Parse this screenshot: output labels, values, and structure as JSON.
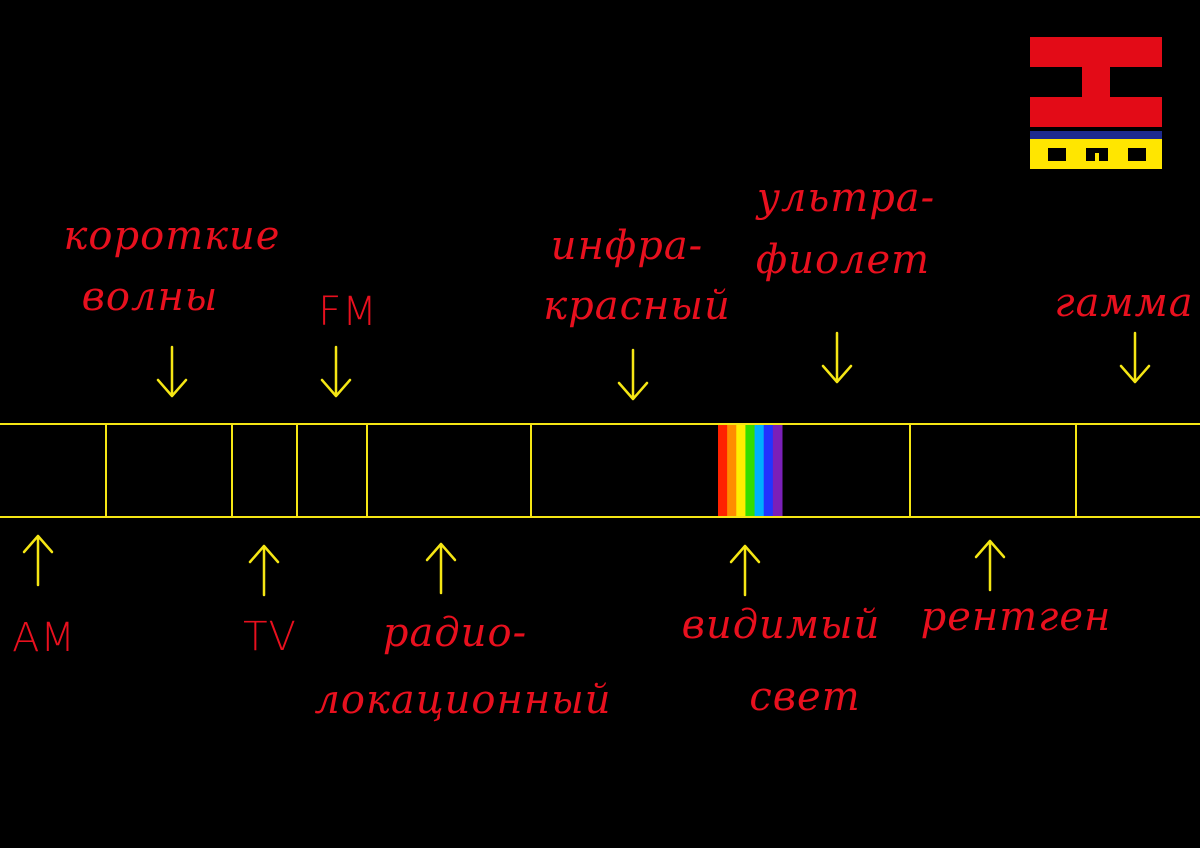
{
  "colors": {
    "background": "#000000",
    "band_line": "#f5e614",
    "label": "#e8101e",
    "arrow": "#f5e614",
    "logo_red": "#e30b17",
    "logo_blue": "#1d2a8e",
    "logo_yellow": "#ffe600"
  },
  "band": {
    "visible_spectrum_colors": [
      "#ff2200",
      "#ff8c00",
      "#ffee00",
      "#33dd00",
      "#00b0ff",
      "#2233ff",
      "#7a1fb8"
    ]
  },
  "labels_above": {
    "short_waves": {
      "line1": "короткие",
      "line2": "волны"
    },
    "fm": "FM",
    "infrared": {
      "line1": "инфра-",
      "line2": "красный"
    },
    "ultraviolet": {
      "line1": "ультра-",
      "line2": "фиолет"
    },
    "gamma": "гамма"
  },
  "labels_below": {
    "am": "AM",
    "tv": "TV",
    "radar": {
      "line1": "радио-",
      "line2": "локационный"
    },
    "visible_light": {
      "line1": "видимый",
      "line2": "свет"
    },
    "xray": "рентген"
  },
  "logo": {
    "icon": "homo-logo-icon",
    "text": "OMO"
  }
}
